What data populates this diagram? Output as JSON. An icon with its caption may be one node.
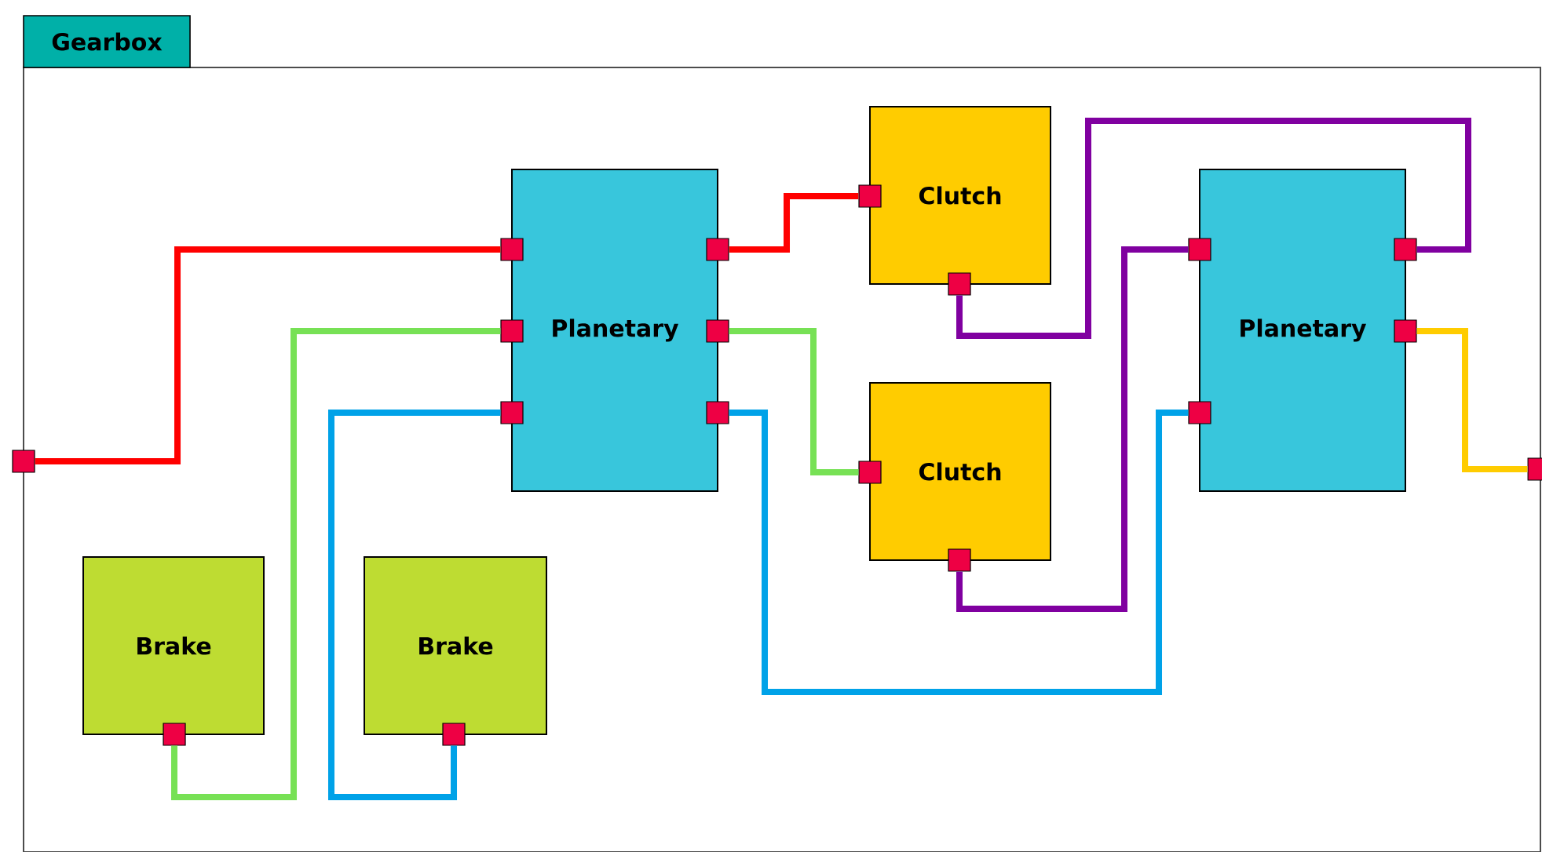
{
  "diagram": {
    "nodes": [
      {
        "text": [
          "Gearbox"
        ]
      },
      {
        "text": [
          "Planetary"
        ],
        "in": 0
      },
      {
        "text": [
          "Clutch"
        ],
        "in": 0
      },
      {
        "text": [
          "Clutch"
        ],
        "in": 0
      },
      {
        "text": [
          "Planetary"
        ],
        "in": 0
      },
      {
        "text": [
          "Brake"
        ],
        "in": 0
      },
      {
        "text": [
          "Brake"
        ],
        "in": 0
      },
      {
        "text": [],
        "shape": "box"
      },
      {
        "text": [],
        "shape": "box",
        "in": 0
      },
      {
        "text": [],
        "shape": "box",
        "in": 0
      },
      {
        "text": [],
        "shape": "box",
        "in": 0
      },
      {
        "text": [],
        "shape": "box",
        "in": 0
      },
      {
        "text": [],
        "shape": "box",
        "in": 0
      },
      {
        "text": [],
        "shape": "box",
        "in": 0
      },
      {
        "text": [],
        "shape": "box",
        "in": 0
      },
      {
        "text": [],
        "shape": "box",
        "in": 0
      },
      {
        "text": [],
        "shape": "box",
        "in": 0
      },
      {
        "text": [],
        "shape": "box",
        "in": 0
      },
      {
        "text": [],
        "shape": "box",
        "in": 0
      },
      {
        "text": [],
        "shape": "box",
        "in": 0
      },
      {
        "text": [],
        "shape": "box",
        "in": 0
      },
      {
        "text": [],
        "shape": "box",
        "in": 0
      },
      {
        "text": [],
        "shape": "box",
        "in": 0
      },
      {
        "text": [],
        "shape": "box",
        "in": 0
      },
      {
        "text": [],
        "shape": "box"
      }
    ],
    "edges": [
      {
        "from": 7,
        "to": 8,
        "arrow": "none",
        "color": "#ff0000"
      },
      {
        "from": 11,
        "to": 14,
        "arrow": "none",
        "color": "#ff0000"
      },
      {
        "from": 9,
        "to": 22,
        "arrow": "none",
        "color": "#77e155"
      },
      {
        "from": 12,
        "to": 16,
        "arrow": "none",
        "color": "#77e155"
      },
      {
        "from": 10,
        "to": 23,
        "arrow": "none",
        "color": "#00a2e8"
      },
      {
        "from": 13,
        "to": 19,
        "arrow": "none",
        "color": "#00a2e8"
      },
      {
        "from": 15,
        "to": 20,
        "arrow": "none",
        "color": "#8000a0"
      },
      {
        "from": 17,
        "to": 18,
        "arrow": "none",
        "color": "#8000a0"
      },
      {
        "from": 21,
        "to": 24,
        "arrow": "none",
        "color": "#ffcc00"
      }
    ]
  }
}
